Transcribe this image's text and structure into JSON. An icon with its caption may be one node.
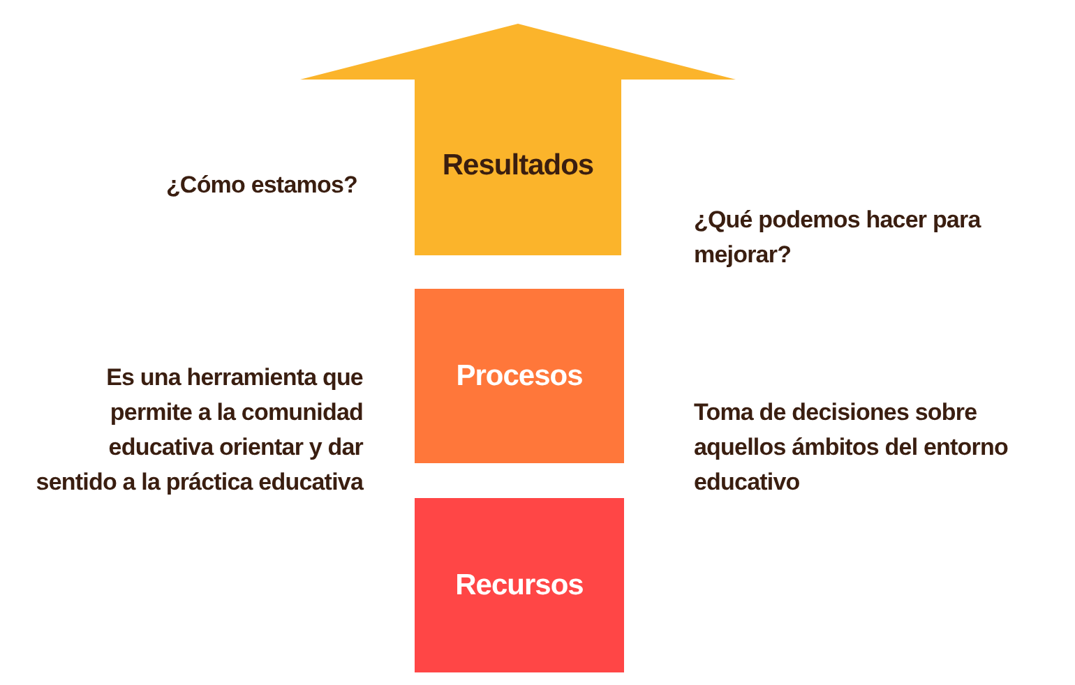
{
  "diagram": {
    "nodes": [
      {
        "text": [
          "Resultados"
        ]
      },
      {
        "text": [
          "Procesos"
        ]
      },
      {
        "text": [
          "Recursos"
        ]
      }
    ],
    "labels": [
      "¿Cómo estamos?",
      "¿Qué podemos hacer para mejorar?",
      "Es una herramienta que permite a la comunidad educativa orientar y dar sentido a la práctica educativa",
      "Toma de decisiones sobre aquellos ámbitos del entorno educativo"
    ]
  }
}
